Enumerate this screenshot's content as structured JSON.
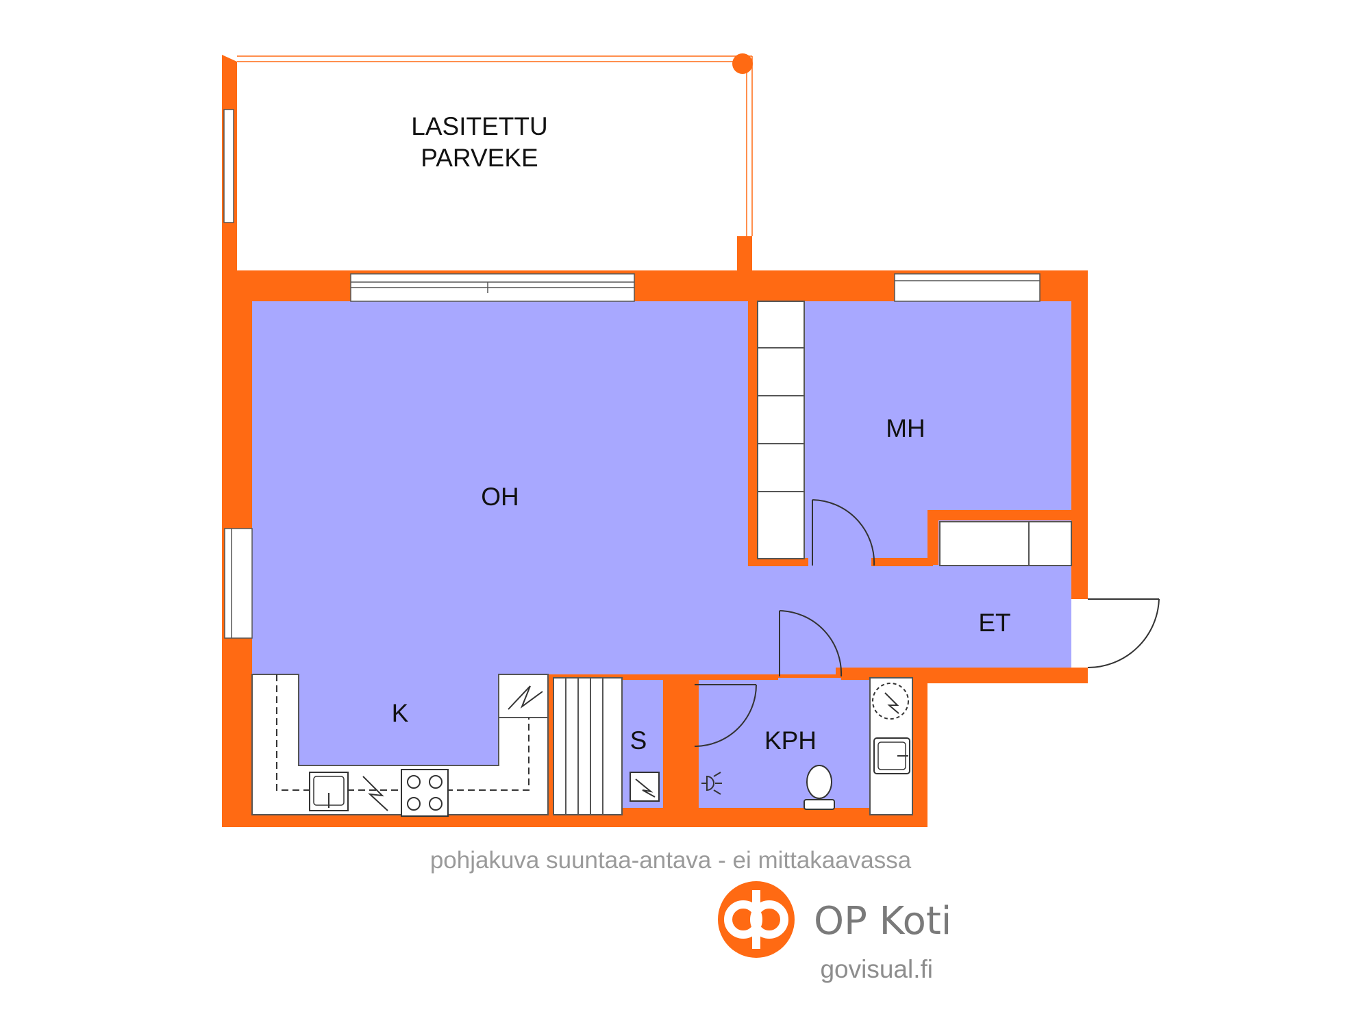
{
  "rooms": {
    "balcony_line1": "LASITETTU",
    "balcony_line2": "PARVEKE",
    "living": "OH",
    "bedroom": "MH",
    "hall": "ET",
    "kitchen": "K",
    "sauna": "S",
    "bathroom": "KPH"
  },
  "footer": {
    "disclaimer": "pohjakuva suuntaa-antava - ei mittakaavassa",
    "brand": "OP Koti",
    "website": "govisual.fi"
  },
  "colors": {
    "wall": "#FF6A13",
    "floor": "#A8A8FF",
    "logo": "#FF6A13",
    "text_gray": "#9A9A9A"
  }
}
